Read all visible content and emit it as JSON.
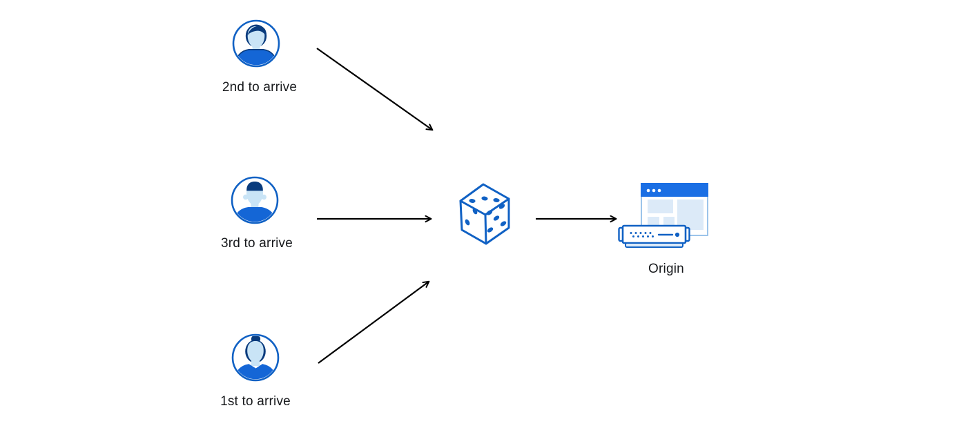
{
  "colors": {
    "background": "#ffffff",
    "outline_blue": "#1061C4",
    "fill_blue": "#1466D6",
    "titlebar_blue": "#1B6FE4",
    "navy": "#093B7D",
    "face_blue": "#C9E4F6",
    "panel_blue": "#DCEAF8",
    "window_border": "#9CC4EA",
    "arrow_black": "#000000",
    "text_color": "#17191C"
  },
  "diagram": {
    "users": [
      {
        "id": "user-2nd",
        "label": "2nd to arrive",
        "icon": "male-avatar-swept-hair-icon"
      },
      {
        "id": "user-3rd",
        "label": "3rd to arrive",
        "icon": "male-avatar-short-hair-icon"
      },
      {
        "id": "user-1st",
        "label": "1st to arrive",
        "icon": "female-avatar-bun-icon"
      }
    ],
    "dice": {
      "icon": "dice-icon",
      "visible_pips": {
        "top_face": 3,
        "left_face": 2,
        "right_face": 5
      }
    },
    "origin": {
      "label": "Origin",
      "icon": "origin-server-browser-icon"
    },
    "edges": [
      {
        "from": "user-2nd",
        "to": "dice"
      },
      {
        "from": "user-3rd",
        "to": "dice"
      },
      {
        "from": "user-1st",
        "to": "dice"
      },
      {
        "from": "dice",
        "to": "origin"
      }
    ]
  }
}
